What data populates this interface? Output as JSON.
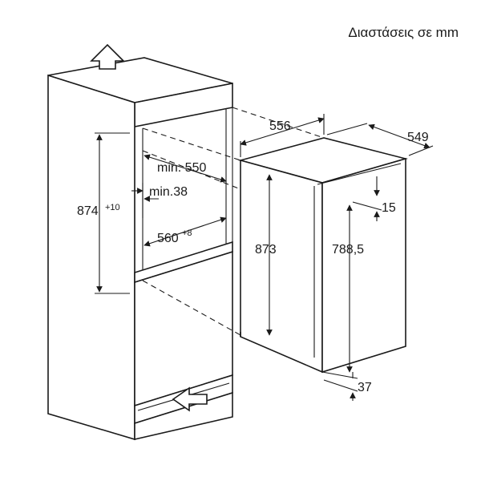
{
  "title": "Διαστάσεις σε mm",
  "dimensions": {
    "niche_height": "874",
    "niche_height_tolerance": "+10",
    "niche_min_depth": "min. 550",
    "vent_min_gap": "min.38",
    "niche_width": "560",
    "niche_width_tolerance": "+8",
    "appliance_width": "556",
    "appliance_depth": "549",
    "appliance_height": "873",
    "door_height": "788,5",
    "top_offset": "15",
    "bottom_offset": "37"
  }
}
